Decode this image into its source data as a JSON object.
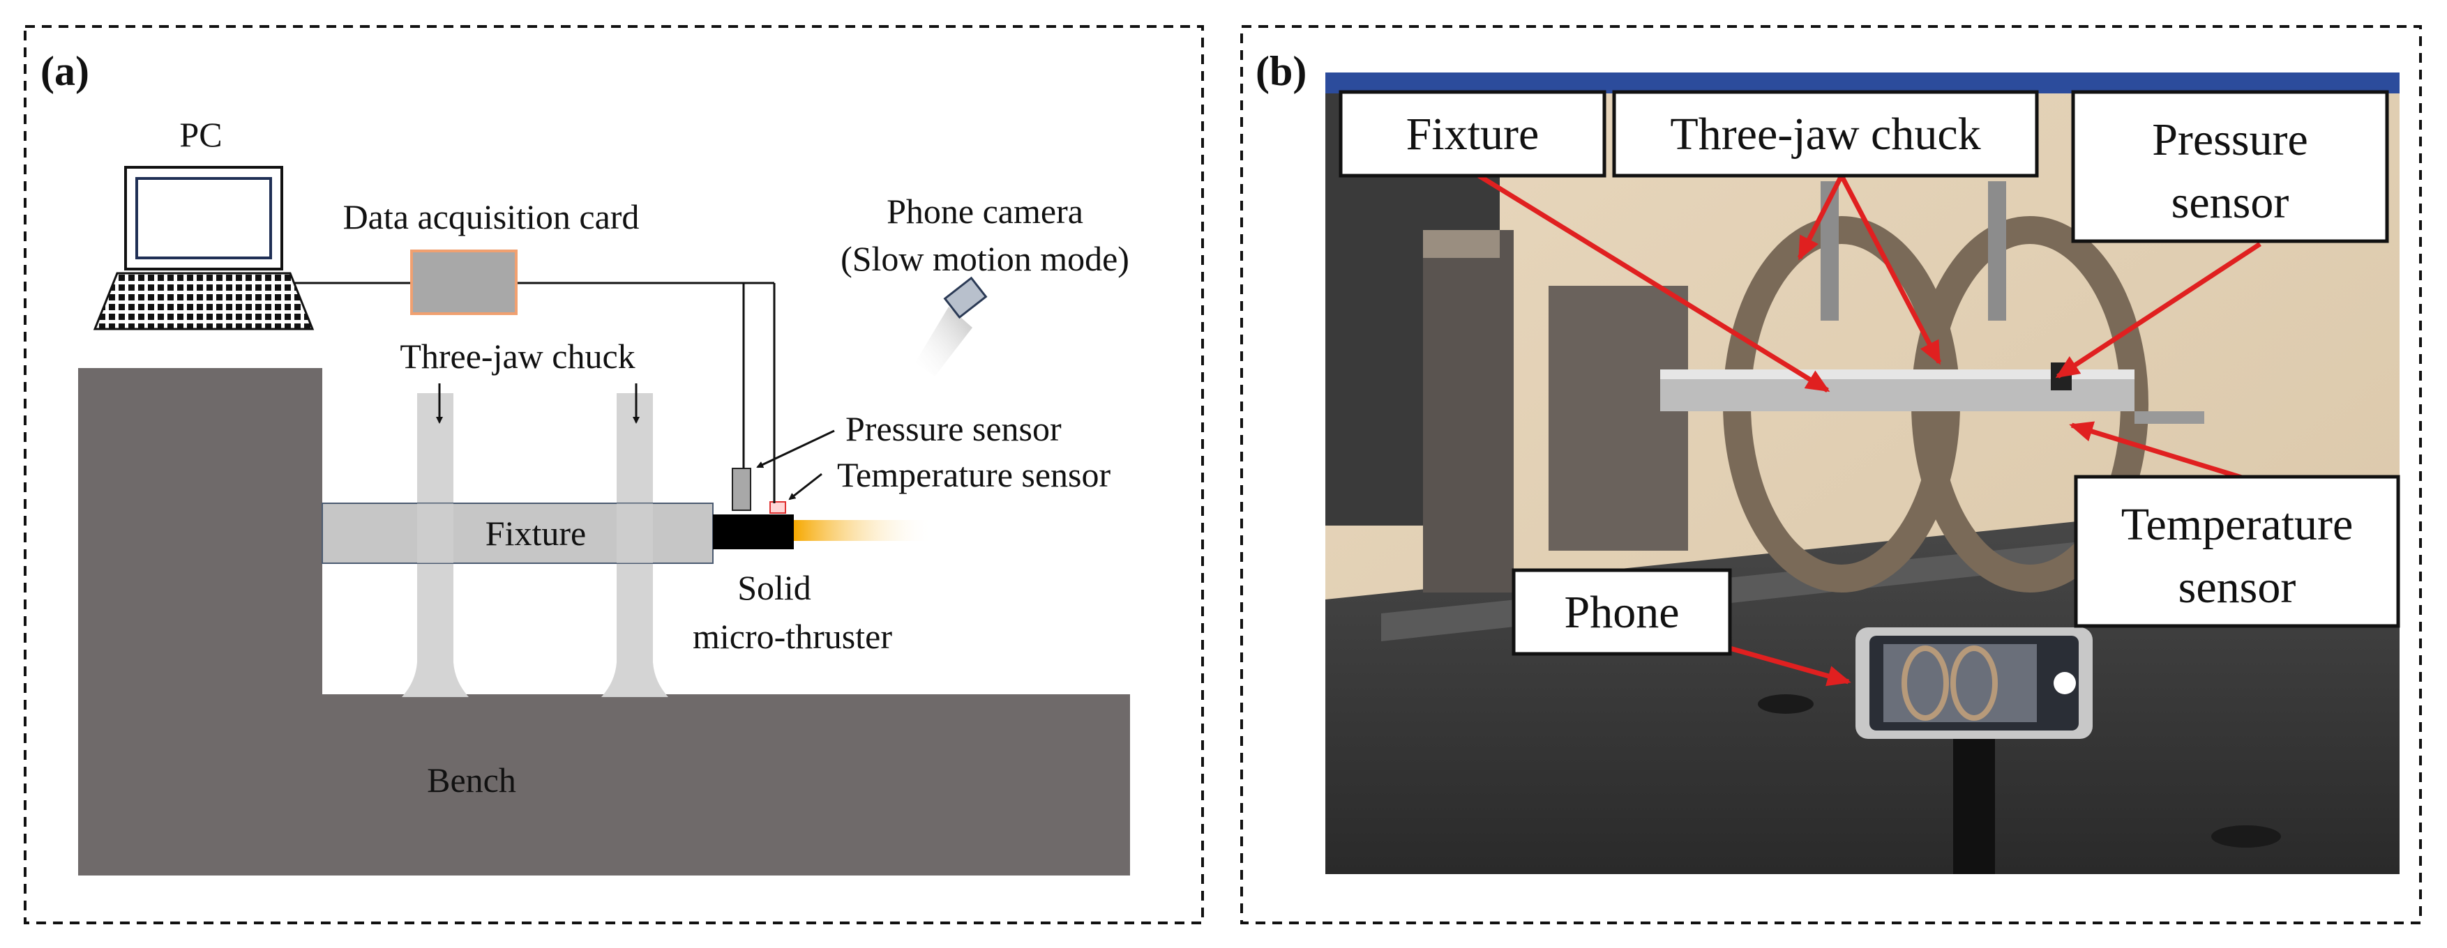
{
  "panel_a": {
    "tag": "(a)",
    "pc": "PC",
    "daq": "Data acquisition card",
    "camera_line1": "Phone camera",
    "camera_line2": "(Slow motion mode)",
    "chuck": "Three-jaw chuck",
    "pressure": "Pressure sensor",
    "temperature": "Temperature sensor",
    "fixture": "Fixture",
    "thruster_line1": "Solid",
    "thruster_line2": "micro-thruster",
    "bench": "Bench"
  },
  "panel_b": {
    "tag": "(b)",
    "fixture": "Fixture",
    "chuck": "Three-jaw chuck",
    "pressure_line1": "Pressure",
    "pressure_line2": "sensor",
    "temperature_line1": "Temperature",
    "temperature_line2": "sensor",
    "phone": "Phone"
  },
  "colors": {
    "bench": "#6f6a6a",
    "fixture": "#c6c6c6",
    "chuck": "#d4d4d4",
    "daq_border": "#f0a070",
    "arrow_red": "#e02020",
    "flame": "#f6a800"
  }
}
